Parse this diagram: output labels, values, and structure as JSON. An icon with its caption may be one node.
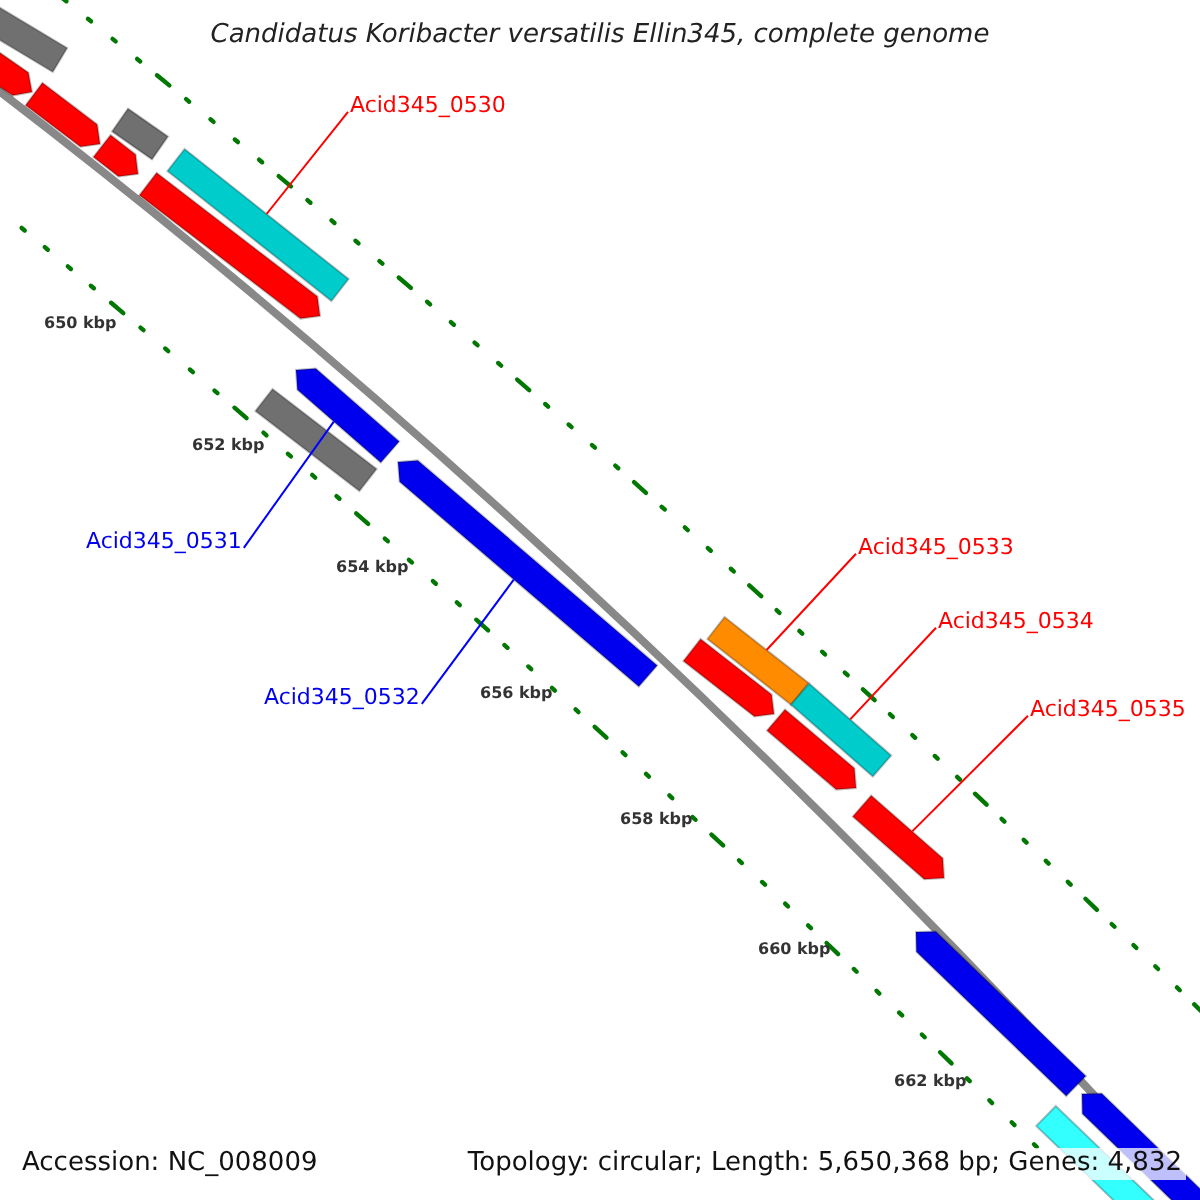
{
  "diagram": {
    "title": "Candidatus Koribacter versatilis Ellin345, complete genome",
    "nodes": [
      {
        "text": [
          "Acid345_0530"
        ]
      },
      {
        "text": [
          "Acid345_0531"
        ]
      },
      {
        "text": [
          "Acid345_0532"
        ]
      },
      {
        "text": [
          "Acid345_0533"
        ]
      },
      {
        "text": [
          "Acid345_0534"
        ]
      },
      {
        "text": [
          "Acid345_0535"
        ]
      },
      {
        "text": [],
        "shape": "bar"
      },
      {
        "text": [],
        "shape": "bar"
      },
      {
        "text": [],
        "shape": "bar"
      },
      {
        "text": [],
        "shape": "bar"
      },
      {
        "text": [],
        "shape": "bar"
      },
      {
        "text": [],
        "shape": "bar"
      },
      {
        "text": [],
        "shape": "bar"
      },
      {
        "text": [],
        "shape": "bar"
      },
      {
        "text": [],
        "shape": "bar"
      },
      {
        "text": [],
        "shape": "bar"
      },
      {
        "text": [],
        "shape": "bar"
      },
      {
        "text": [],
        "shape": "bar"
      },
      {
        "text": [],
        "shape": "bar"
      },
      {
        "text": [],
        "shape": "bar"
      },
      {
        "text": [],
        "shape": "bar"
      },
      {
        "text": [],
        "shape": "bar"
      },
      {
        "text": [],
        "shape": "bar"
      },
      {
        "text": [],
        "shape": "bar"
      }
    ],
    "edges": [
      {
        "from": 0,
        "to": 11,
        "arrow": "none"
      },
      {
        "from": 1,
        "to": 13,
        "arrow": "none",
        "color": "#0000ff"
      },
      {
        "from": 2,
        "to": 15,
        "arrow": "none",
        "color": "#0000ff"
      },
      {
        "from": 3,
        "to": 16,
        "arrow": "none"
      },
      {
        "from": 4,
        "to": 17,
        "arrow": "none"
      },
      {
        "from": 5,
        "to": 20,
        "arrow": "none"
      }
    ],
    "labels": [
      "650 kbp",
      "652 kbp",
      "654 kbp",
      "656 kbp",
      "658 kbp",
      "660 kbp",
      "662 kbp",
      "Accession: NC_008009",
      "Topology: circular; Length: 5,650,368 bp; Genes: 4,832"
    ]
  }
}
